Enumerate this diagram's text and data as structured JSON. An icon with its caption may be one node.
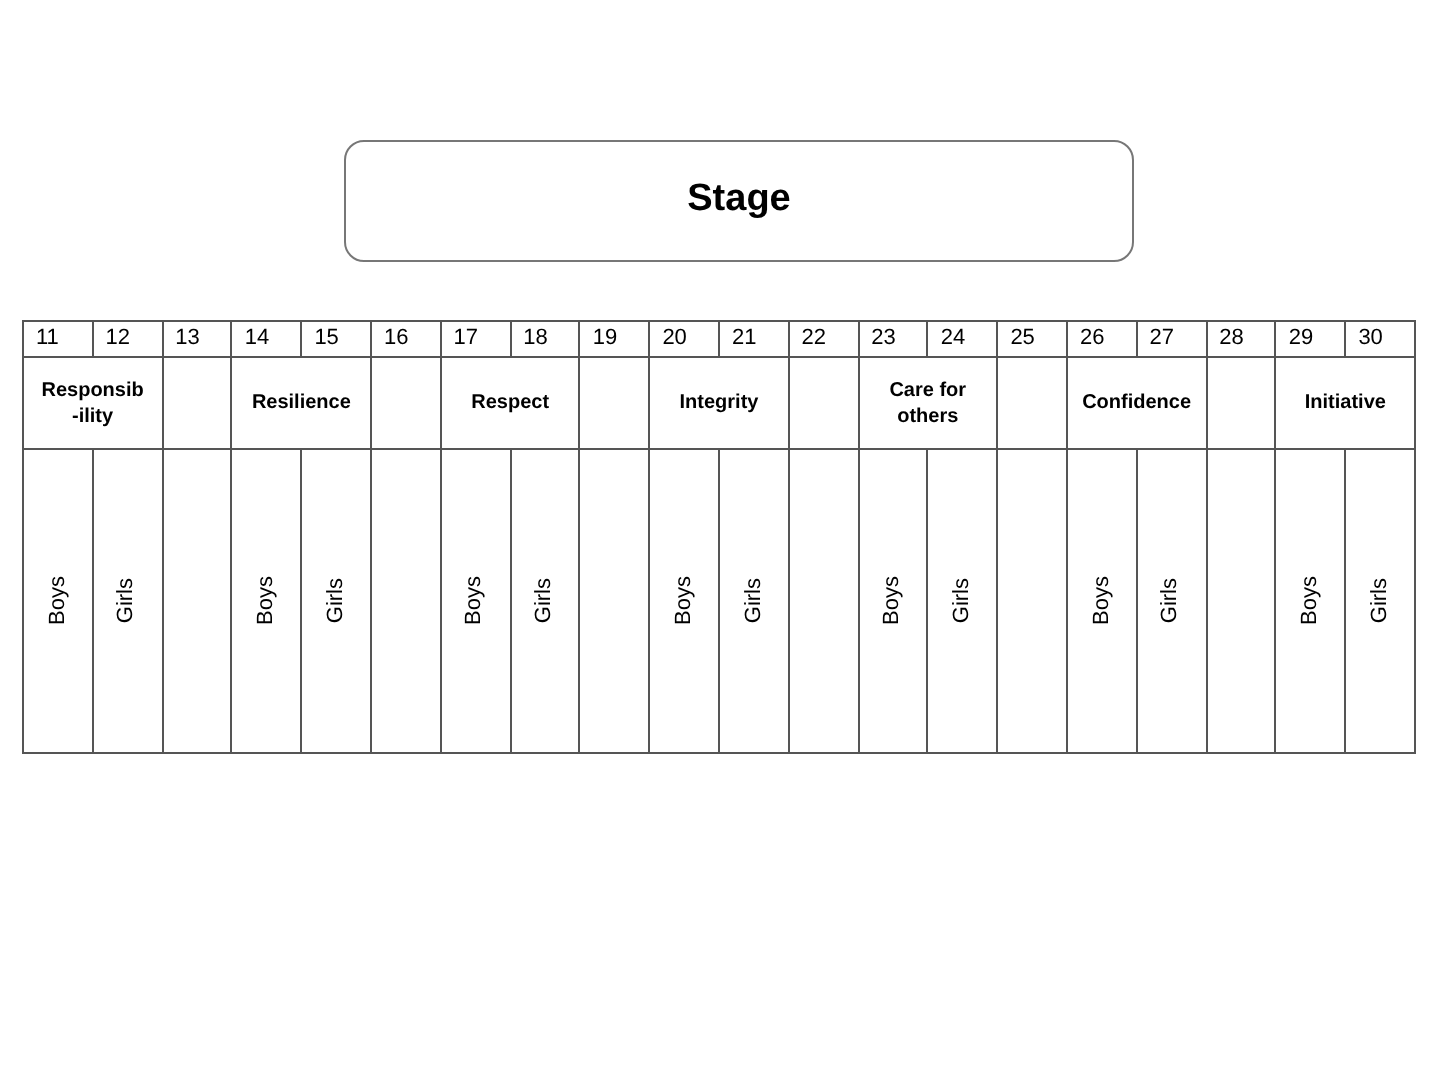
{
  "diagram": {
    "nodes": [
      {
        "text": [
          "Stage"
        ]
      }
    ],
    "labels": [
      "11",
      "12",
      "13",
      "14",
      "15",
      "16",
      "17",
      "18",
      "19",
      "20",
      "21",
      "22",
      "23",
      "24",
      "25",
      "26",
      "27",
      "28",
      "29",
      "30",
      "Responsib -ility",
      "Resilience",
      "Respect",
      "Integrity",
      "Care for others",
      "Confidence",
      "Initiative",
      "Boys",
      "Girls",
      "Boys",
      "Girls",
      "Boys",
      "Girls",
      "Boys",
      "Girls",
      "Boys",
      "Girls",
      "Boys",
      "Girls",
      "Boys",
      "Girls"
    ]
  }
}
